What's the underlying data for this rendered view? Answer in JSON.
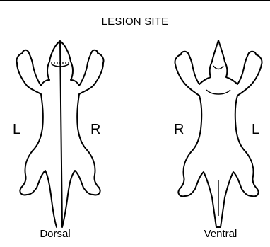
{
  "diagram": {
    "title": "LESION SITE",
    "dorsal": {
      "left_label": "L",
      "right_label": "R",
      "caption": "Dorsal"
    },
    "ventral": {
      "left_label": "R",
      "right_label": "L",
      "caption": "Ventral"
    }
  }
}
